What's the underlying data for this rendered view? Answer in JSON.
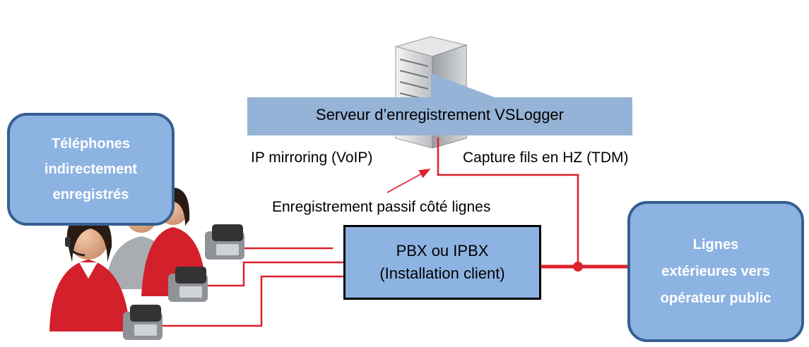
{
  "server": {
    "label": "Serveur d’enregistrement VSLogger"
  },
  "labels": {
    "ip_mirroring": "IP mirroring (VoIP)",
    "capture": "Capture fils en HZ (TDM)",
    "passive": "Enregistrement passif côté lignes"
  },
  "phones_box": {
    "line1": "Téléphones",
    "line2": "indirectement",
    "line3": "enregistrés"
  },
  "pbx": {
    "line1": "PBX ou IPBX",
    "line2": "(Installation client)"
  },
  "lines_box": {
    "line1": "Lignes",
    "line2": "extérieures vers",
    "line3": "opérateur public"
  },
  "icons": [
    "server-tower-icon",
    "call-center-agents-icon",
    "desk-phone-icon"
  ],
  "colors": {
    "line_red": "#e0202a",
    "box_fill": "#8db3e2",
    "box_border": "#365f91",
    "banner": "#95b3d7"
  }
}
